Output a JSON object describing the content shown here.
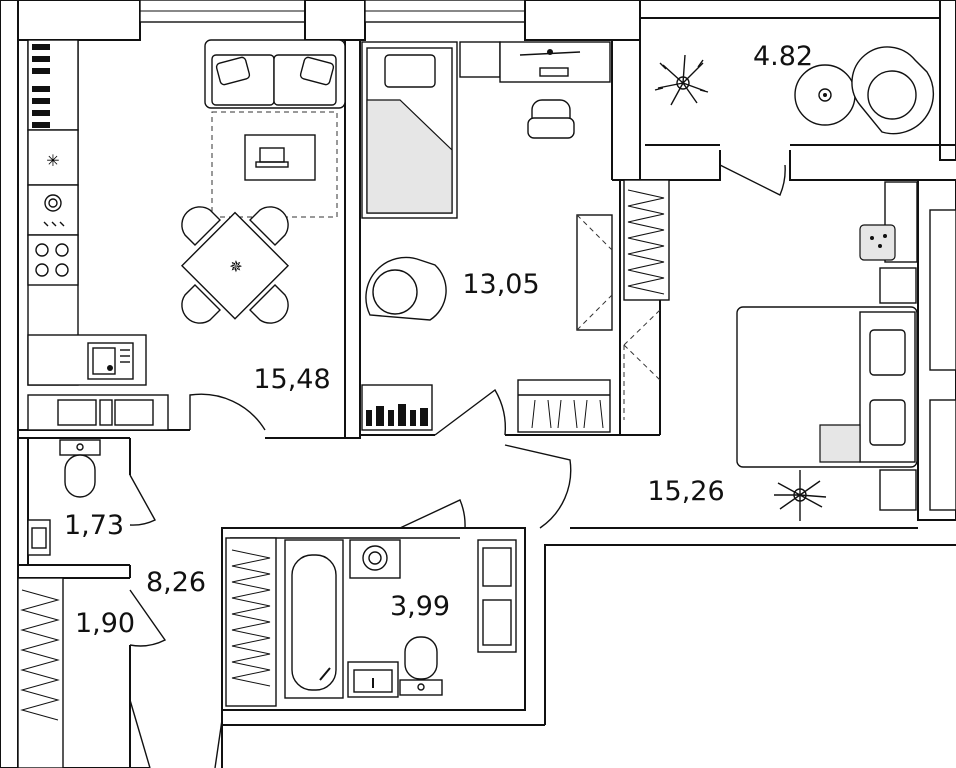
{
  "rooms": [
    {
      "id": "kitchen-living",
      "area": "15,48"
    },
    {
      "id": "bedroom-small",
      "area": "13,05"
    },
    {
      "id": "balcony",
      "area": "4.82"
    },
    {
      "id": "bedroom-main",
      "area": "15,26"
    },
    {
      "id": "wc",
      "area": "1,73"
    },
    {
      "id": "hall",
      "area": "8,26"
    },
    {
      "id": "closet",
      "area": "1,90"
    },
    {
      "id": "bathroom",
      "area": "3,99"
    }
  ]
}
